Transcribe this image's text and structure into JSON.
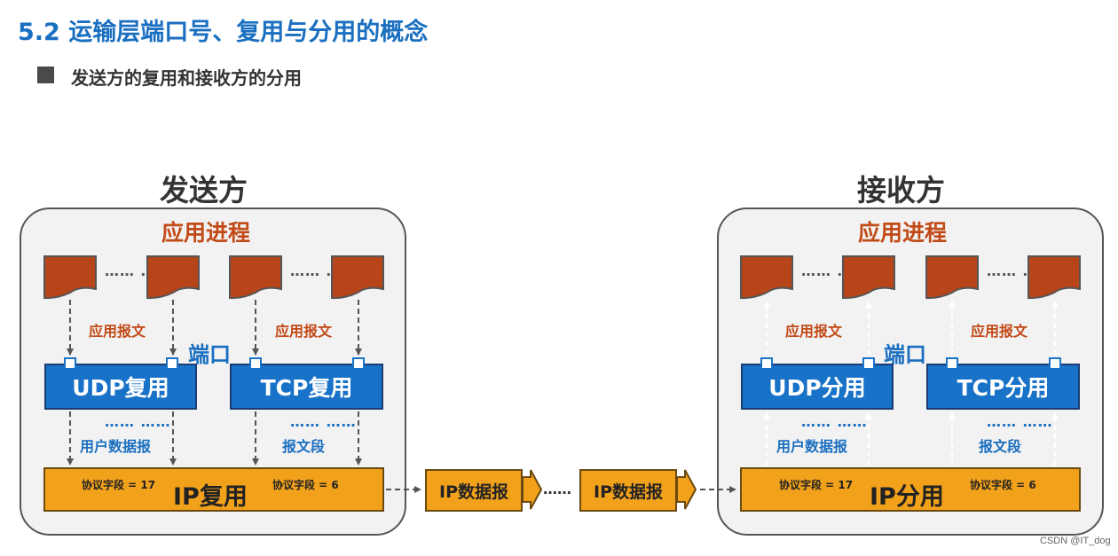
{
  "title": "5.2 运输层端口号、复用与分用的概念",
  "subtitle": "发送方的复用和接收方的分用",
  "sender": {
    "title": "发送方",
    "process_label": "应用进程",
    "dots": "…… ……",
    "port_label": "端口",
    "udp": {
      "box": "UDP复用",
      "message": "应用报文",
      "dots": "…… ……",
      "unit": "用户数据报"
    },
    "tcp": {
      "box": "TCP复用",
      "message": "应用报文",
      "dots": "…… ……",
      "unit": "报文段"
    },
    "ip": {
      "label": "IP复用",
      "proto_udp": "协议字段 = 17",
      "proto_tcp": "协议字段 = 6"
    }
  },
  "transfer": {
    "datagram": "IP数据报",
    "dots": "……"
  },
  "receiver": {
    "title": "接收方",
    "process_label": "应用进程",
    "dots": "…… ……",
    "port_label": "端口",
    "udp": {
      "box": "UDP分用",
      "message": "应用报文",
      "dots": "…… ……",
      "unit": "用户数据报"
    },
    "tcp": {
      "box": "TCP分用",
      "message": "应用报文",
      "dots": "…… ……",
      "unit": "报文段"
    },
    "ip": {
      "label": "IP分用",
      "proto_udp": "协议字段 = 17",
      "proto_tcp": "协议字段 = 6"
    }
  },
  "watermark": "CSDN @IT_dog",
  "colors": {
    "blue": "#1872c8",
    "orange": "#f2a11b",
    "process": "#b8441a",
    "title_blue": "#1a6fc0"
  }
}
